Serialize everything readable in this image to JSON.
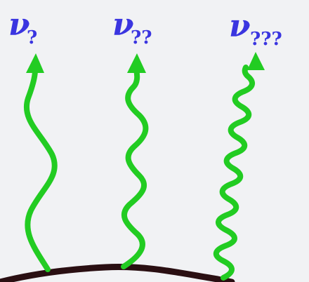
{
  "labels": {
    "left": {
      "symbol": "ν",
      "marks": "?"
    },
    "middle": {
      "symbol": "ν",
      "marks": "??"
    },
    "right": {
      "symbol": "ν",
      "marks": "???"
    }
  },
  "colors": {
    "wave": "#22cc22",
    "label": "#3a35e0",
    "ground": "#2a0f12",
    "background": "#f1f2f4"
  }
}
